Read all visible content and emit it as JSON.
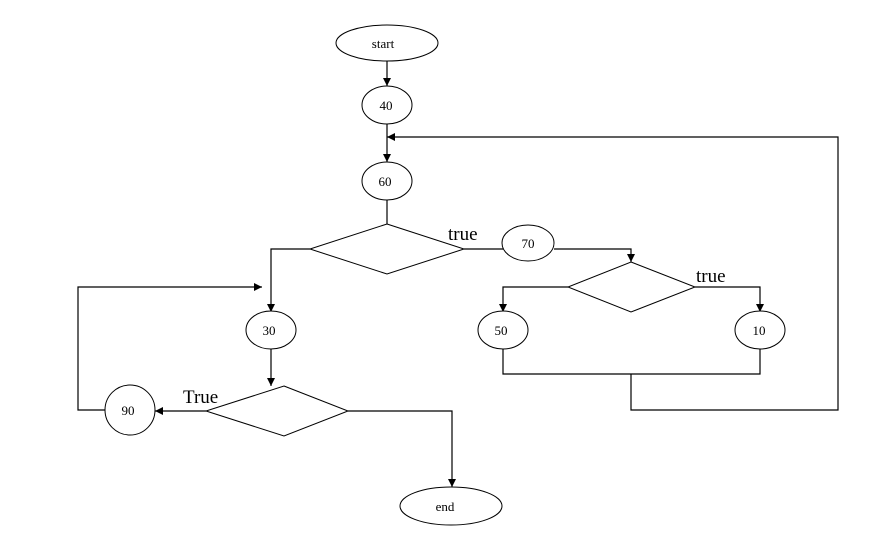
{
  "nodes": {
    "start": "start",
    "n40": "40",
    "n60": "60",
    "n70": "70",
    "n50": "50",
    "n10": "10",
    "n30": "30",
    "n90": "90",
    "end": "end"
  },
  "edge_labels": {
    "d1_true": "true",
    "d2_true": "true",
    "d3_true": "True"
  }
}
